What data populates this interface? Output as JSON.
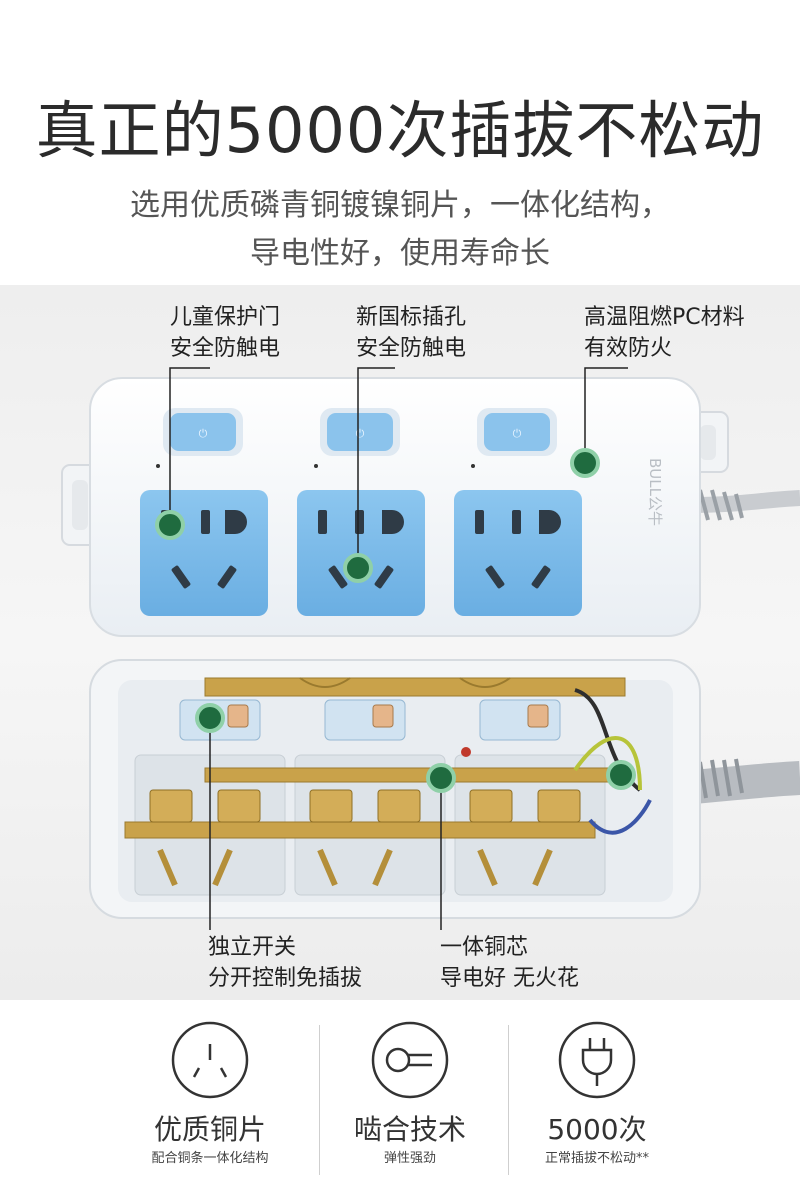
{
  "header": {
    "headline": "真正的5000次插拔不松动",
    "subline1": "选用优质磷青铜镀镍铜片，一体化结构，",
    "subline2": "导电性好，使用寿命长"
  },
  "callouts": {
    "child_door": {
      "line1": "儿童保护门",
      "line2": "安全防触电"
    },
    "new_standard": {
      "line1": "新国标插孔",
      "line2": "安全防触电"
    },
    "flame_retardant": {
      "line1": "高温阻燃PC材料",
      "line2": "有效防火"
    },
    "independent_switch": {
      "line1": "独立开关",
      "line2": "分开控制免插拔"
    },
    "copper_core": {
      "line1": "一体铜芯",
      "line2": "导电好 无火花"
    }
  },
  "brand": {
    "logo_text": "BULL公牛"
  },
  "colors": {
    "socket_blue": "#79b8e8",
    "callout_dot": "#1f6b3f",
    "copper": "#c9a24a"
  },
  "features": [
    {
      "icon": "socket-icon",
      "title": "优质铜片",
      "subtitle": "配合铜条一体化结构"
    },
    {
      "icon": "clamp-icon",
      "title": "啮合技术",
      "subtitle": "弹性强劲"
    },
    {
      "icon": "plug-icon",
      "title": "5000次",
      "subtitle": "正常插拔不松动**"
    }
  ]
}
